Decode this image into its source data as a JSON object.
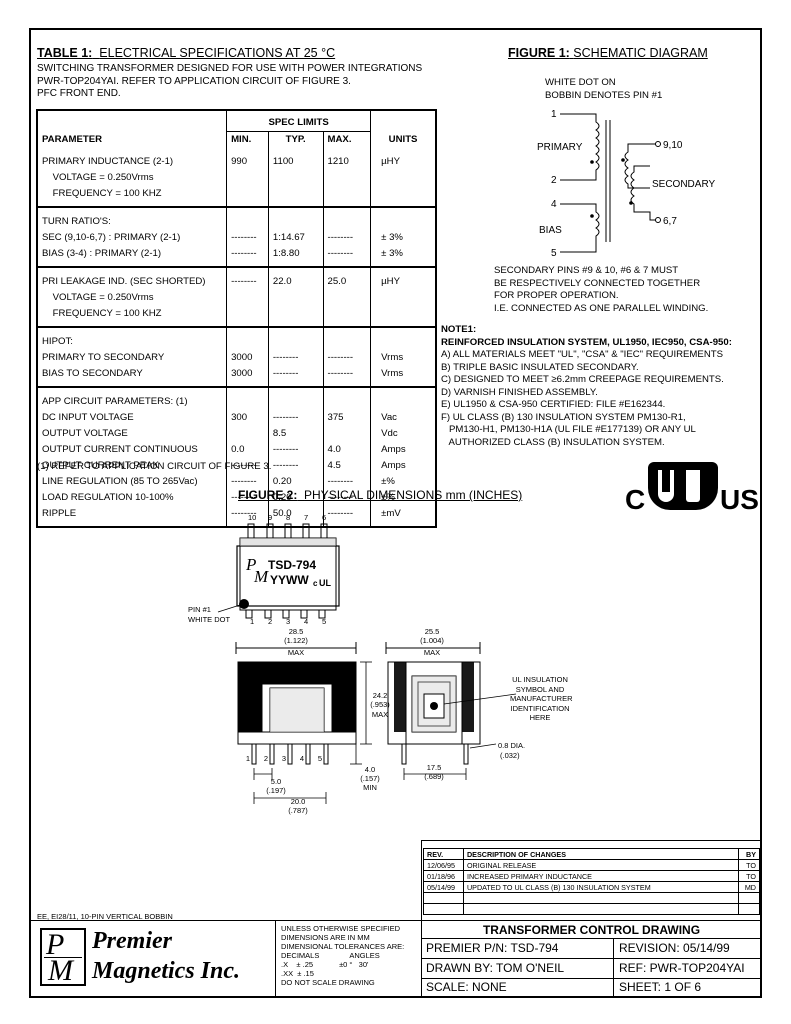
{
  "table1": {
    "title_bold": "TABLE 1:",
    "title_rest": "ELECTRICAL SPECIFICATIONS AT 25 °C",
    "subtitle_lines": [
      "SWITCHING TRANSFORMER DESIGNED FOR USE WITH POWER INTEGRATIONS",
      "PWR-TOP204YAI. REFER TO APPLICATION CIRCUIT OF FIGURE 3.",
      "PFC FRONT END."
    ],
    "headers": {
      "spec_limits": "SPEC LIMITS",
      "parameter": "PARAMETER",
      "min": "MIN.",
      "typ": "TYP.",
      "max": "MAX.",
      "units": "UNITS"
    },
    "footnote": "(1) REFER TO APPLICATION CIRCUIT OF FIGURE 3.",
    "groups": [
      {
        "rows": [
          [
            "PRIMARY INDUCTANCE (2-1)",
            "990",
            "1100",
            "1210",
            "µHY"
          ],
          [
            "    VOLTAGE = 0.250Vrms",
            "",
            "",
            "",
            ""
          ],
          [
            "    FREQUENCY = 100 KHZ",
            "",
            "",
            "",
            ""
          ]
        ]
      },
      {
        "rows": [
          [
            "TURN RATIO'S:",
            "",
            "",
            "",
            ""
          ],
          [
            "SEC (9,10-6,7) : PRIMARY (2-1)",
            "--------",
            "1:14.67",
            "--------",
            "± 3%"
          ],
          [
            "BIAS (3-4) : PRIMARY (2-1)",
            "--------",
            "1:8.80",
            "--------",
            "± 3%"
          ]
        ]
      },
      {
        "rows": [
          [
            "PRI LEAKAGE IND. (SEC SHORTED)",
            "--------",
            "22.0",
            "25.0",
            "µHY"
          ],
          [
            "    VOLTAGE = 0.250Vrms",
            "",
            "",
            "",
            ""
          ],
          [
            "    FREQUENCY = 100 KHZ",
            "",
            "",
            "",
            ""
          ]
        ]
      },
      {
        "rows": [
          [
            "HIPOT:",
            "",
            "",
            "",
            ""
          ],
          [
            "PRIMARY TO SECONDARY",
            "3000",
            "--------",
            "--------",
            "Vrms"
          ],
          [
            "BIAS TO SECONDARY",
            "3000",
            "--------",
            "--------",
            "Vrms"
          ]
        ]
      },
      {
        "rows": [
          [
            "APP CIRCUIT PARAMETERS: (1)",
            "",
            "",
            "",
            ""
          ],
          [
            "DC INPUT VOLTAGE",
            "300",
            "--------",
            "375",
            "Vac"
          ],
          [
            "OUTPUT VOLTAGE",
            "",
            "8.5",
            "",
            "Vdc"
          ],
          [
            "OUTPUT CURRENT CONTINUOUS",
            "0.0",
            "--------",
            "4.0",
            "Amps"
          ],
          [
            "OUTPUT CURRENT PEAK",
            "--------",
            "--------",
            "4.5",
            "Amps"
          ],
          [
            "LINE REGULATION (85 TO 265Vac)",
            "--------",
            "0.20",
            "--------",
            "±%"
          ],
          [
            "LOAD REGULATION 10-100%",
            "--------",
            "0.20",
            "--------",
            "±%"
          ],
          [
            "RIPPLE",
            "--------",
            "50.0",
            "--------",
            "±mV"
          ]
        ]
      }
    ]
  },
  "figure1": {
    "title_bold": "FIGURE 1:",
    "title_rest": "SCHEMATIC DIAGRAM",
    "dot_note": [
      "WHITE DOT ON",
      "BOBBIN DENOTES PIN #1"
    ],
    "labels": {
      "primary": "PRIMARY",
      "secondary": "SECONDARY",
      "bias": "BIAS"
    },
    "pins": {
      "p1": "1",
      "p2": "2",
      "p4": "4",
      "p5": "5",
      "p910": "9,10",
      "p67": "6,7"
    },
    "sec_note": [
      "SECONDARY PINS #9 & 10, #6 & 7 MUST",
      "BE RESPECTIVELY CONNECTED TOGETHER",
      "FOR PROPER OPERATION.",
      "I.E. CONNECTED AS ONE PARALLEL WINDING."
    ]
  },
  "note1": {
    "lines": [
      "NOTE1:",
      "REINFORCED INSULATION SYSTEM, UL1950, IEC950, CSA-950:",
      "A) ALL MATERIALS MEET \"UL\", \"CSA\" & \"IEC\" REQUIREMENTS",
      "B) TRIPLE BASIC INSULATED SECONDARY.",
      "C) DESIGNED TO MEET ≥6.2mm CREEPAGE REQUIREMENTS.",
      "D) VARNISH FINISHED ASSEMBLY.",
      "E) UL1950 & CSA-950 CERTIFIED: FILE #E162344.",
      "F) UL CLASS (B) 130 INSULATION SYSTEM PM130-R1,",
      "   PM130-H1, PM130-H1A (UL FILE #E177139) OR ANY UL",
      "   AUTHORIZED CLASS (B) INSULATION SYSTEM."
    ]
  },
  "cert": {
    "c": "C",
    "us": "US",
    "reg": "®"
  },
  "figure2": {
    "title_bold": "FIGURE 2:",
    "title_rest": "PHYSICAL DIMENSIONS mm (INCHES)",
    "top_pins": [
      "10",
      "9",
      "8",
      "7",
      "6"
    ],
    "bottom_pins": [
      "1",
      "2",
      "3",
      "4",
      "5"
    ],
    "part_label": "TSD-794",
    "date_code": "YYWW",
    "pin1_note": [
      "PIN #1",
      "WHITE DOT"
    ],
    "dim_width": [
      "28.5",
      "(1.122)",
      "MAX"
    ],
    "dim_height": [
      "24.2",
      "(.953)",
      "MAX"
    ],
    "dim_side_width": [
      "25.5",
      "(1.004)",
      "MAX"
    ],
    "dim_pitch": [
      "5.0",
      "(.197)"
    ],
    "dim_span": [
      "20.0",
      "(.787)"
    ],
    "dim_pinlen": [
      "4.0",
      "(.157)",
      "MIN"
    ],
    "dim_pindia": [
      "0.8 DIA.",
      "(.032)"
    ],
    "dim_side_span": [
      "17.5",
      "(.689)"
    ],
    "ul_note": [
      "UL INSULATION",
      "SYMBOL AND",
      "MANUFACTURER",
      "IDENTIFICATION",
      "HERE"
    ]
  },
  "revisions": {
    "headers": [
      "REV.",
      "DESCRIPTION OF CHANGES",
      "BY"
    ],
    "rows": [
      [
        "12/06/95",
        "ORIGINAL RELEASE",
        "TO"
      ],
      [
        "01/18/96",
        "INCREASED PRIMARY INDUCTANCE",
        "TO"
      ],
      [
        "05/14/99",
        "UPDATED TO UL CLASS (B) 130 INSULATION SYSTEM",
        "MD"
      ],
      [
        "",
        "",
        ""
      ],
      [
        "",
        "",
        ""
      ]
    ]
  },
  "core_note": "EE, EI28/11, 10-PIN VERTICAL BOBBIN",
  "company": {
    "logo_p": "P",
    "logo_m": "M",
    "line1": "Premier",
    "line2": "Magnetics Inc."
  },
  "tolerances": {
    "lines": [
      "UNLESS OTHERWISE SPECIFIED",
      "DIMENSIONS ARE IN MM",
      "DIMENSIONAL TOLERANCES ARE:"
    ],
    "decimals": "DECIMALS",
    "angles": "ANGLES",
    "x": ".X    ± .25",
    "xx": ".XX  ± .15",
    "ang": "±0 °   30'",
    "no_scale": "DO NOT SCALE DRAWING"
  },
  "title_block": {
    "title": "TRANSFORMER CONTROL DRAWING",
    "pn": "PREMIER P/N: TSD-794",
    "revision": "REVISION: 05/14/99",
    "drawn": "DRAWN BY: TOM O'NEIL",
    "ref": "REF:  PWR-TOP204YAI",
    "scale": "SCALE: NONE",
    "sheet": "SHEET: 1 OF 6"
  }
}
